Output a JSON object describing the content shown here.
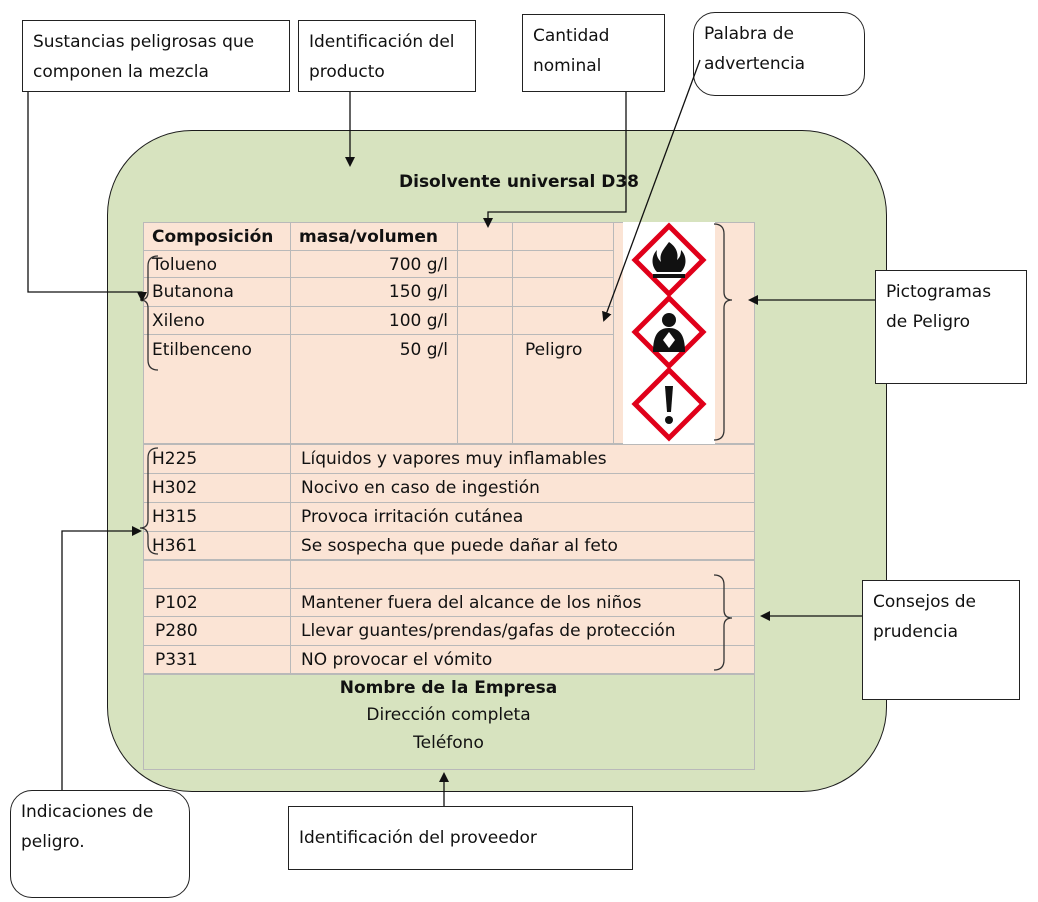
{
  "callouts": {
    "sustancias": "Sustancias peligrosas que componen la mezcla",
    "identificacion_producto": "Identificación del producto",
    "cantidad_nominal": "Cantidad nominal",
    "palabra_advertencia": "Palabra de advertencia",
    "pictogramas": "Pictogramas de Peligro",
    "consejos": "Consejos de prudencia",
    "indicaciones": "Indicaciones de peligro.",
    "proveedor": "Identificación del proveedor"
  },
  "label": {
    "product_name": "Disolvente universal D38",
    "composition_header": "Composición",
    "mass_header": "masa/volumen",
    "components": [
      {
        "name": "Tolueno",
        "value": "700 g/l"
      },
      {
        "name": "Butanona",
        "value": "150 g/l"
      },
      {
        "name": "Xileno",
        "value": "100 g/l"
      },
      {
        "name": "Etilbenceno",
        "value": "50 g/l"
      }
    ],
    "signal_word": "Peligro",
    "pictograms": [
      "flame-pictogram",
      "health-hazard-pictogram",
      "exclamation-mark-pictogram"
    ],
    "hazard_statements": [
      {
        "code": "H225",
        "text": "Líquidos y vapores muy inflamables"
      },
      {
        "code": "H302",
        "text": "Nocivo en caso de ingestión"
      },
      {
        "code": "H315",
        "text": "Provoca irritación cutánea"
      },
      {
        "code": "H361",
        "text": "Se sospecha que puede dañar al feto"
      }
    ],
    "precautionary_statements": [
      {
        "code": "P102",
        "text": "Mantener fuera del alcance de los niños"
      },
      {
        "code": "P280",
        "text": "Llevar guantes/prendas/gafas de protección"
      },
      {
        "code": "P331",
        "text": "NO provocar el vómito"
      }
    ],
    "supplier": {
      "company": "Nombre de la Empresa",
      "address": "Dirección completa",
      "phone": "Teléfono"
    }
  },
  "colors": {
    "panel": "#d7e3bf",
    "table": "#fbe4d5",
    "pictogram_border": "#e0001a"
  }
}
